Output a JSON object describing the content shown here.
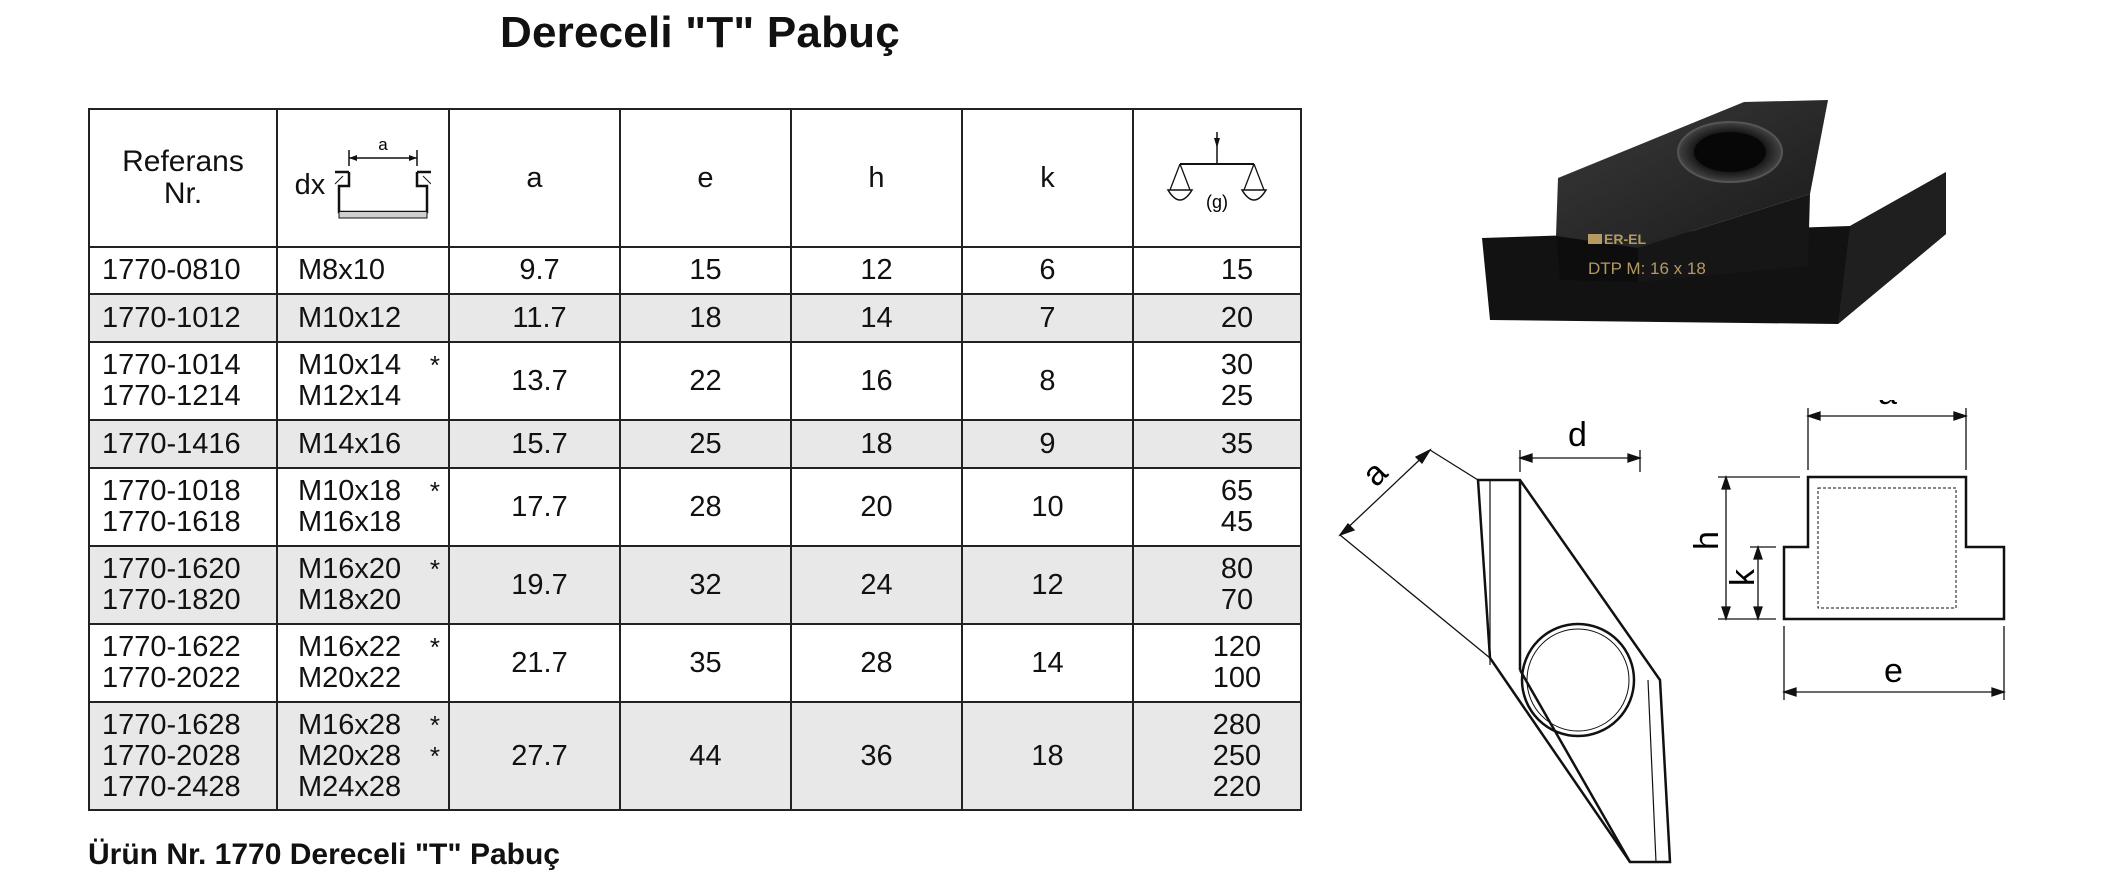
{
  "title": "Dereceli \"T\" Pabuç",
  "footer": "Ürün Nr. 1770 Dereceli \"T\" Pabuç",
  "table": {
    "headers": {
      "ref": [
        "Referans",
        "Nr."
      ],
      "dx": "dx",
      "dx_icon_label": "a",
      "a": "a",
      "e": "e",
      "h": "h",
      "k": "k",
      "weight_label": "(g)"
    },
    "rows": [
      {
        "refs": [
          "1770-0810"
        ],
        "dx": [
          {
            "v": "M8x10",
            "star": ""
          }
        ],
        "a": "9.7",
        "e": "15",
        "h": "12",
        "k": "6",
        "g": [
          "15"
        ]
      },
      {
        "refs": [
          "1770-1012"
        ],
        "dx": [
          {
            "v": "M10x12",
            "star": ""
          }
        ],
        "a": "11.7",
        "e": "18",
        "h": "14",
        "k": "7",
        "g": [
          "20"
        ]
      },
      {
        "refs": [
          "1770-1014",
          "1770-1214"
        ],
        "dx": [
          {
            "v": "M10x14",
            "star": "*"
          },
          {
            "v": "M12x14",
            "star": ""
          }
        ],
        "a": "13.7",
        "e": "22",
        "h": "16",
        "k": "8",
        "g": [
          "30",
          "25"
        ]
      },
      {
        "refs": [
          "1770-1416"
        ],
        "dx": [
          {
            "v": "M14x16",
            "star": ""
          }
        ],
        "a": "15.7",
        "e": "25",
        "h": "18",
        "k": "9",
        "g": [
          "35"
        ]
      },
      {
        "refs": [
          "1770-1018",
          "1770-1618"
        ],
        "dx": [
          {
            "v": "M10x18",
            "star": "*"
          },
          {
            "v": "M16x18",
            "star": ""
          }
        ],
        "a": "17.7",
        "e": "28",
        "h": "20",
        "k": "10",
        "g": [
          "65",
          "45"
        ]
      },
      {
        "refs": [
          "1770-1620",
          "1770-1820"
        ],
        "dx": [
          {
            "v": "M16x20",
            "star": "*"
          },
          {
            "v": "M18x20",
            "star": ""
          }
        ],
        "a": "19.7",
        "e": "32",
        "h": "24",
        "k": "12",
        "g": [
          "80",
          "70"
        ]
      },
      {
        "refs": [
          "1770-1622",
          "1770-2022"
        ],
        "dx": [
          {
            "v": "M16x22",
            "star": "*"
          },
          {
            "v": "M20x22",
            "star": ""
          }
        ],
        "a": "21.7",
        "e": "35",
        "h": "28",
        "k": "14",
        "g": [
          "120",
          "100"
        ]
      },
      {
        "refs": [
          "1770-1628",
          "1770-2028",
          "1770-2428"
        ],
        "dx": [
          {
            "v": "M16x28",
            "star": "*"
          },
          {
            "v": "M20x28",
            "star": "*"
          },
          {
            "v": "M24x28",
            "star": ""
          }
        ],
        "a": "27.7",
        "e": "44",
        "h": "36",
        "k": "18",
        "g": [
          "280",
          "250",
          "220"
        ]
      }
    ]
  },
  "photo": {
    "brand": "ER-EL",
    "marking": "DTP M: 16 x 18"
  },
  "diagram": {
    "labels": {
      "a_left": "a",
      "d": "d",
      "a_right": "a",
      "h": "h",
      "k": "k",
      "e": "e"
    }
  }
}
